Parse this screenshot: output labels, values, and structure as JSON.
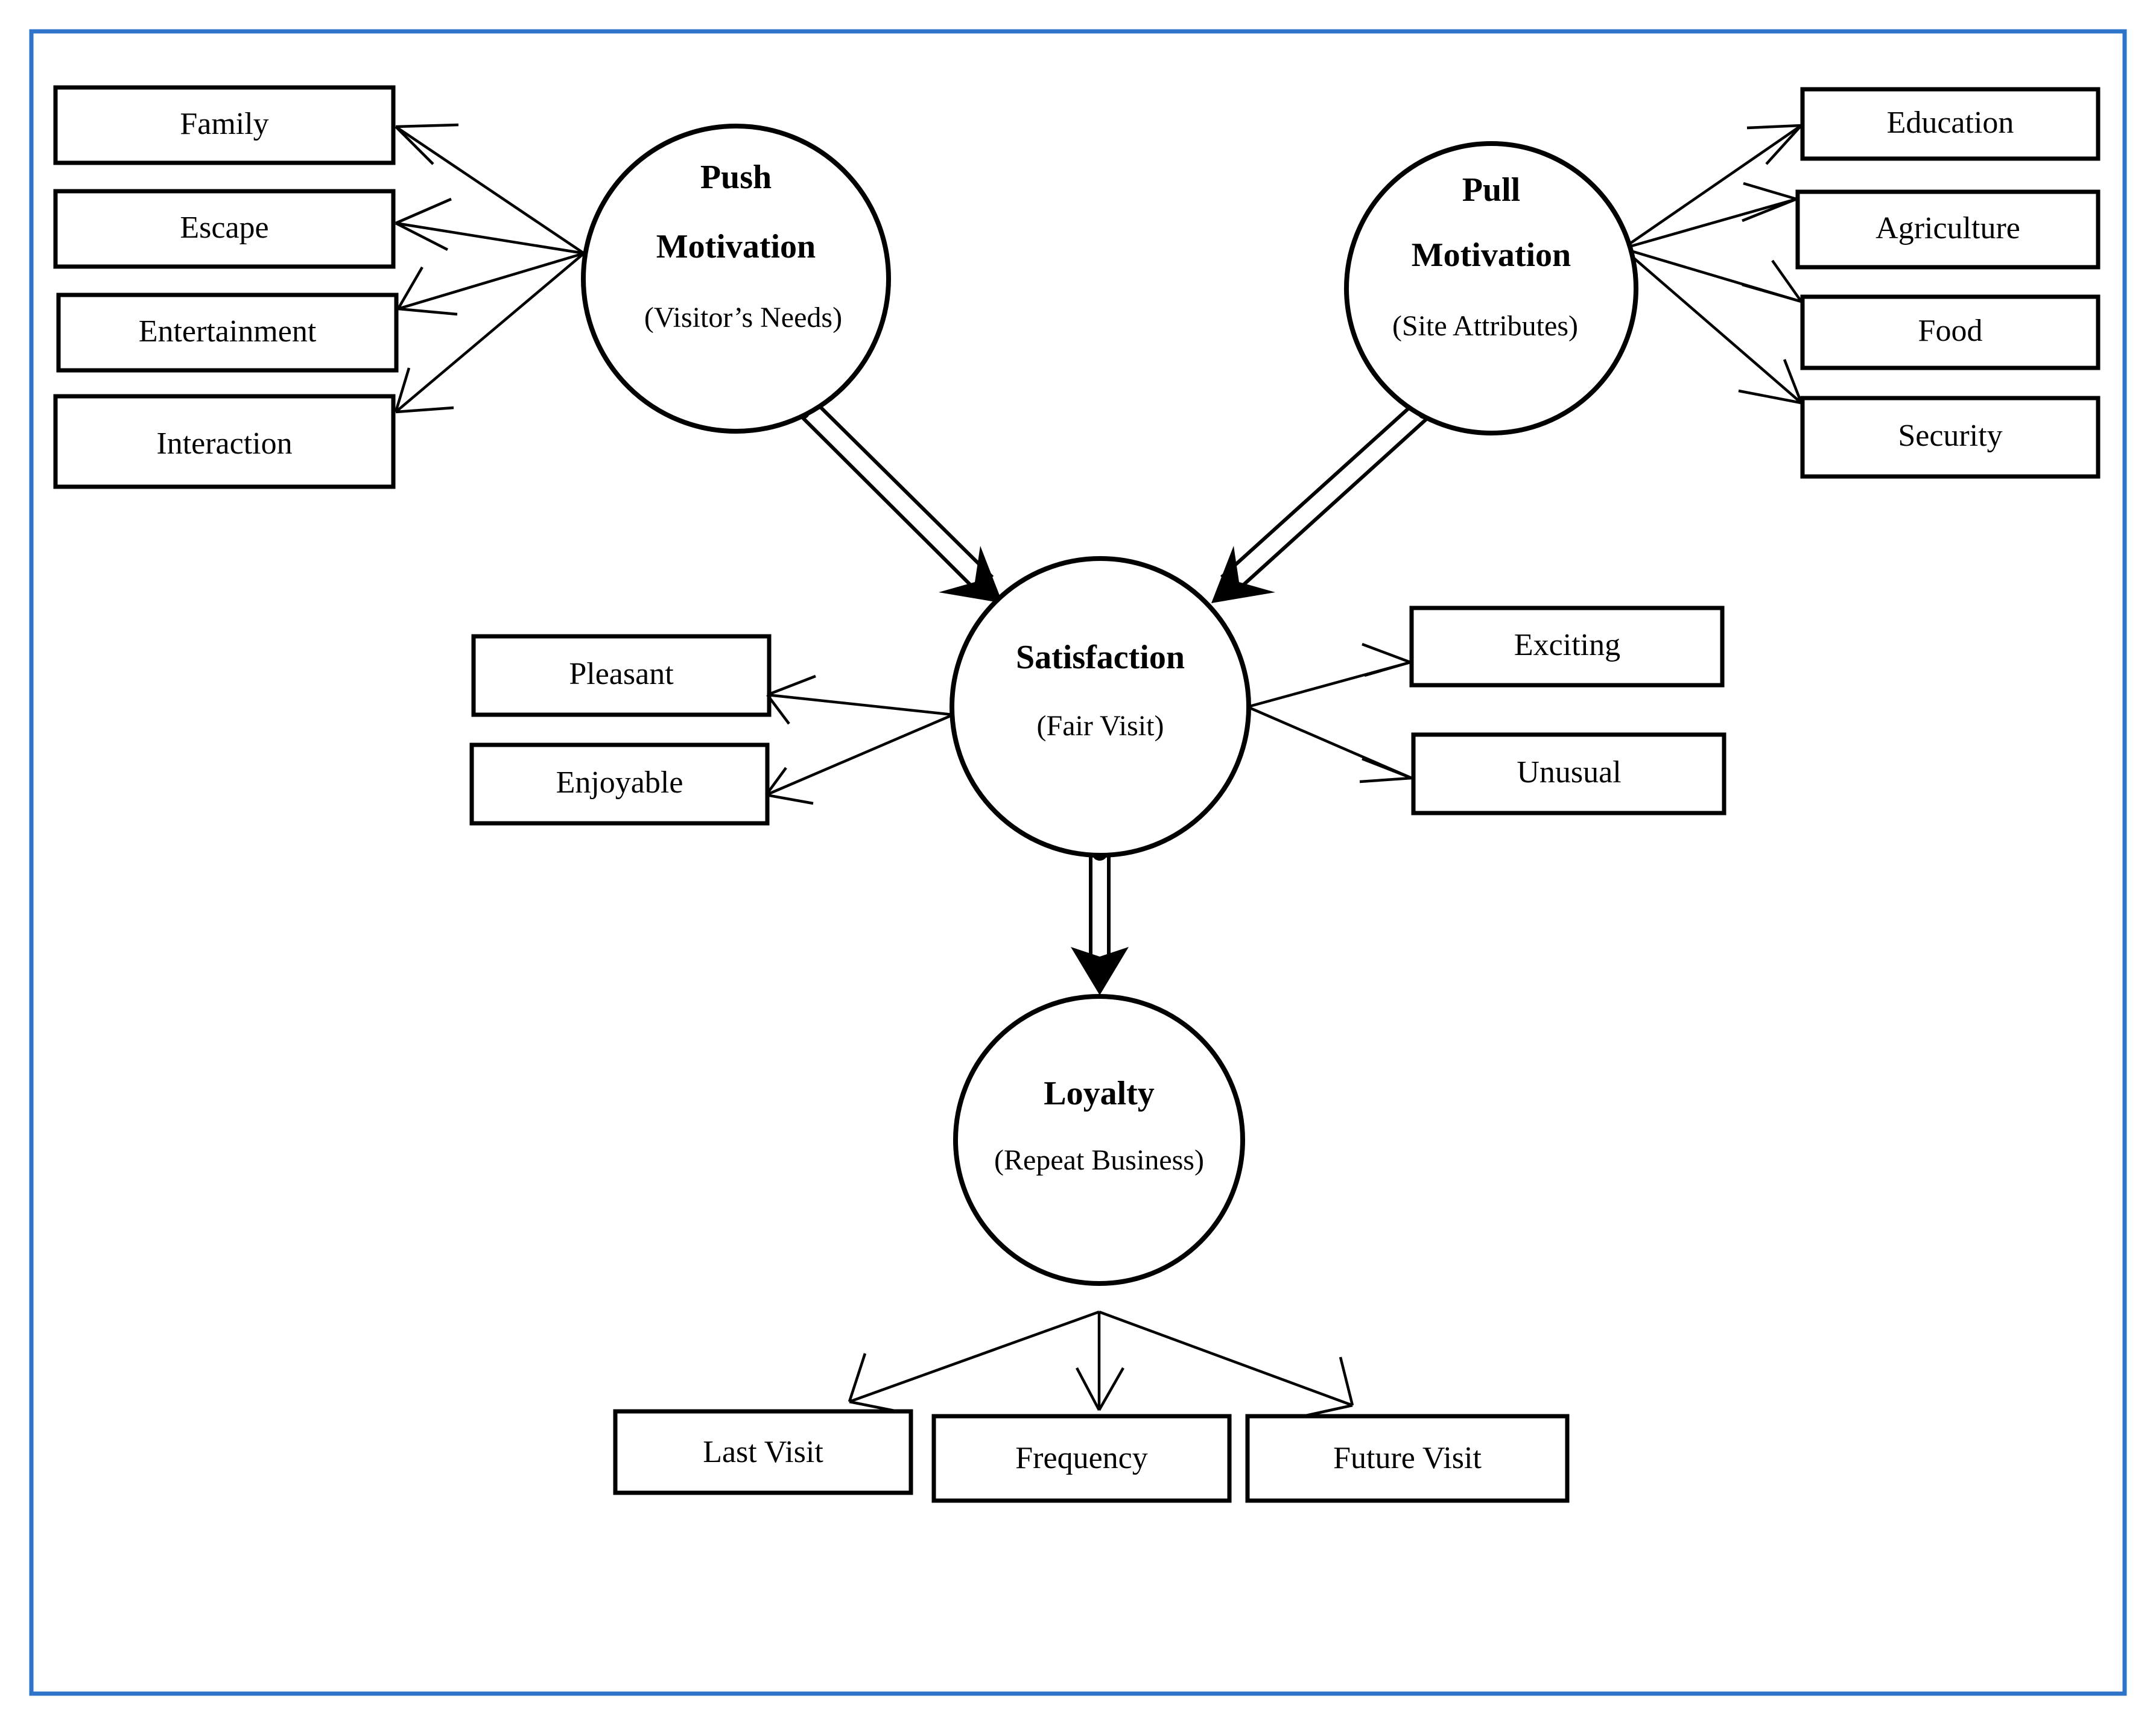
{
  "figure": {
    "type": "conceptual-framework-diagram",
    "border_color": "#2E75C9",
    "line_color": "#000000",
    "background_color": "#FFFFFF"
  },
  "nodes": {
    "push": {
      "title": "Push",
      "title2": "Motivation",
      "subtitle": "(Visitor’s Needs)"
    },
    "pull": {
      "title": "Pull",
      "title2": "Motivation",
      "subtitle": "(Site Attributes)"
    },
    "satisfaction": {
      "title": "Satisfaction",
      "subtitle": "(Fair Visit)"
    },
    "loyalty": {
      "title": "Loyalty",
      "subtitle": "(Repeat Business)"
    }
  },
  "groups": {
    "push_indicators": {
      "items": [
        {
          "label": "Family"
        },
        {
          "label": "Escape"
        },
        {
          "label": "Entertainment"
        },
        {
          "label": "Interaction"
        }
      ]
    },
    "pull_indicators": {
      "items": [
        {
          "label": "Education"
        },
        {
          "label": "Agriculture"
        },
        {
          "label": "Food"
        },
        {
          "label": "Security"
        }
      ]
    },
    "satisfaction_left_indicators": {
      "items": [
        {
          "label": "Pleasant"
        },
        {
          "label": "Enjoyable"
        }
      ]
    },
    "satisfaction_right_indicators": {
      "items": [
        {
          "label": "Exciting"
        },
        {
          "label": "Unusual"
        }
      ]
    },
    "loyalty_indicators": {
      "items": [
        {
          "label": "Last Visit"
        },
        {
          "label": "Frequency"
        },
        {
          "label": "Future Visit"
        }
      ]
    }
  },
  "relations": [
    {
      "from": "push",
      "to": "satisfaction",
      "style": "double-line-arrow"
    },
    {
      "from": "pull",
      "to": "satisfaction",
      "style": "double-line-arrow"
    },
    {
      "from": "satisfaction",
      "to": "loyalty",
      "style": "double-line-arrow"
    },
    {
      "from": "push",
      "to": "Family",
      "style": "single-line-arrow"
    },
    {
      "from": "push",
      "to": "Escape",
      "style": "single-line-arrow"
    },
    {
      "from": "push",
      "to": "Entertainment",
      "style": "single-line-arrow"
    },
    {
      "from": "push",
      "to": "Interaction",
      "style": "single-line-arrow"
    },
    {
      "from": "pull",
      "to": "Education",
      "style": "single-line-arrow"
    },
    {
      "from": "pull",
      "to": "Agriculture",
      "style": "single-line-arrow"
    },
    {
      "from": "pull",
      "to": "Food",
      "style": "single-line-arrow"
    },
    {
      "from": "pull",
      "to": "Security",
      "style": "single-line-arrow"
    },
    {
      "from": "satisfaction",
      "to": "Pleasant",
      "style": "single-line-arrow"
    },
    {
      "from": "satisfaction",
      "to": "Enjoyable",
      "style": "single-line-arrow"
    },
    {
      "from": "satisfaction",
      "to": "Exciting",
      "style": "single-line-arrow"
    },
    {
      "from": "satisfaction",
      "to": "Unusual",
      "style": "single-line-arrow"
    },
    {
      "from": "loyalty",
      "to": "Last Visit",
      "style": "single-line-arrow"
    },
    {
      "from": "loyalty",
      "to": "Frequency",
      "style": "single-line-arrow"
    },
    {
      "from": "loyalty",
      "to": "Future Visit",
      "style": "single-line-arrow"
    }
  ]
}
